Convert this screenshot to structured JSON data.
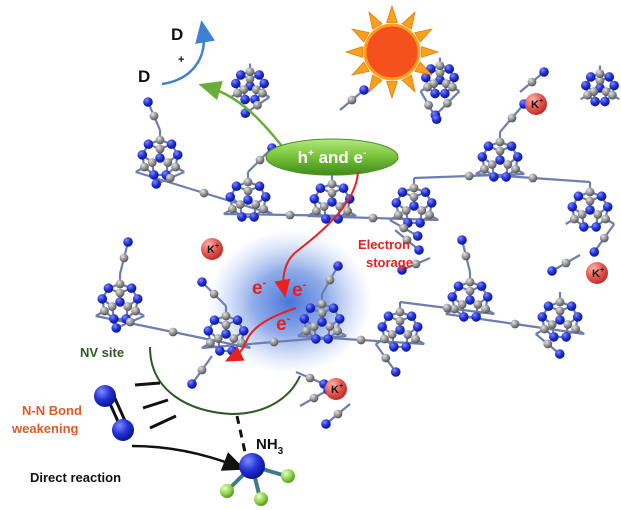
{
  "labels": {
    "donor_top": "D",
    "donor_plus": "+",
    "donor_bottom": "D",
    "carrier_h": "h",
    "carrier_h_sup": "+",
    "carrier_and": " and e",
    "carrier_e_sup": "-",
    "electron_storage_line1": "Electron",
    "electron_storage_line2": "storage",
    "electron": "e",
    "electron_sup": "-",
    "potassium": "K",
    "potassium_sup": "+",
    "nv_site": "NV site",
    "bond_line1": "N-N Bond",
    "bond_line2": "weakening",
    "direct_reaction": "Direct reaction",
    "nh3": "NH",
    "nh3_sub": "3"
  },
  "colors": {
    "nitrogen": "#1f2fd6",
    "carbon": "#8f8f8f",
    "potassium": "#e8534d",
    "hydrogen": "#8fd44a",
    "carrier_fill": "#7cc63e",
    "electron_red": "#e8211d",
    "nv_green": "#2e5a26",
    "bond_orange": "#e05a24",
    "sun_core": "#f4511e",
    "sun_ray": "#f9a11b",
    "glow_blue": "#3f6fd8"
  }
}
